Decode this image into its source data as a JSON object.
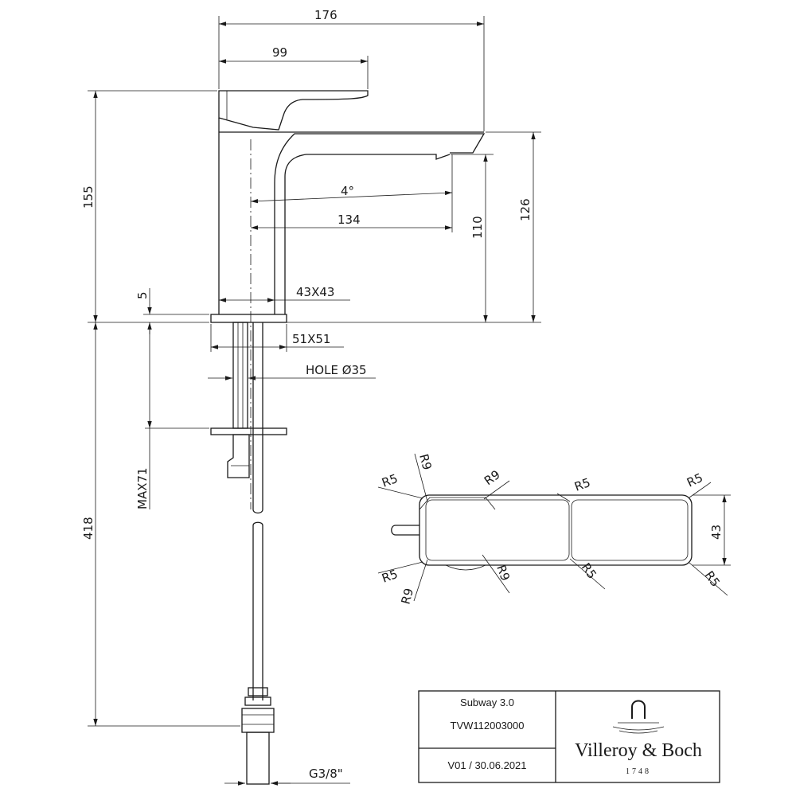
{
  "dimensions": {
    "d176": "176",
    "d99": "99",
    "d155": "155",
    "d4deg": "4°",
    "d134": "134",
    "d110": "110",
    "d126": "126",
    "d43x43": "43X43",
    "d5": "5",
    "d51x51": "51X51",
    "hole": "HOLE Ø35",
    "max71": "MAX71",
    "d418": "418",
    "thread": "G3/8\""
  },
  "top_view": {
    "radii": [
      "R5",
      "R9",
      "R9",
      "R5",
      "R5",
      "R5",
      "R9",
      "R9",
      "R5",
      "R5"
    ],
    "d43": "43"
  },
  "title_block": {
    "product": "Subway 3.0",
    "code": "TVW112003000",
    "version": "V01 / 30.06.2021",
    "brand": "Villeroy & Boch",
    "year": "1748"
  }
}
